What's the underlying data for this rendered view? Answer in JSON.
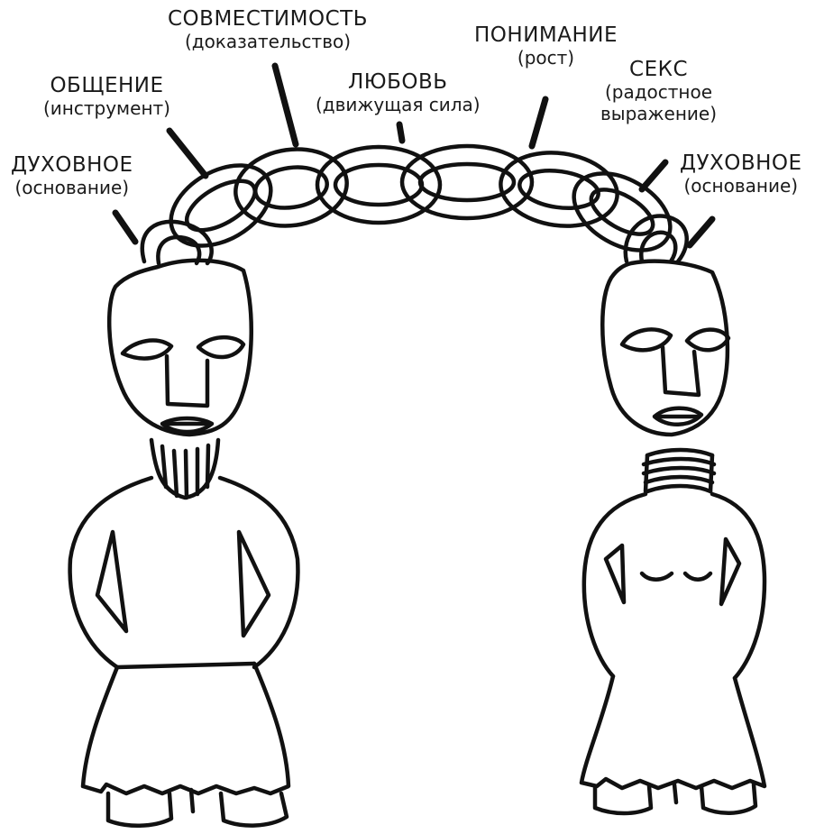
{
  "labels": {
    "spiritual_left": {
      "title": "ДУХОВНОЕ",
      "sub": "(основание)"
    },
    "communication": {
      "title": "ОБЩЕНИЕ",
      "sub": "(инструмент)"
    },
    "compatibility": {
      "title": "СОВМЕСТИМОСТЬ",
      "sub": "(доказательство)"
    },
    "love": {
      "title": "ЛЮБОВЬ",
      "sub": "(движущая сила)"
    },
    "understanding": {
      "title": "ПОНИМАНИЕ",
      "sub": "(рост)"
    },
    "sex": {
      "title": "СЕКС",
      "sub": "(радостное",
      "sub2": "выражение)"
    },
    "spiritual_right": {
      "title": "ДУХОВНОЕ",
      "sub": "(основание)"
    }
  },
  "colors": {
    "ink": "#111111",
    "paper": "#ffffff"
  }
}
